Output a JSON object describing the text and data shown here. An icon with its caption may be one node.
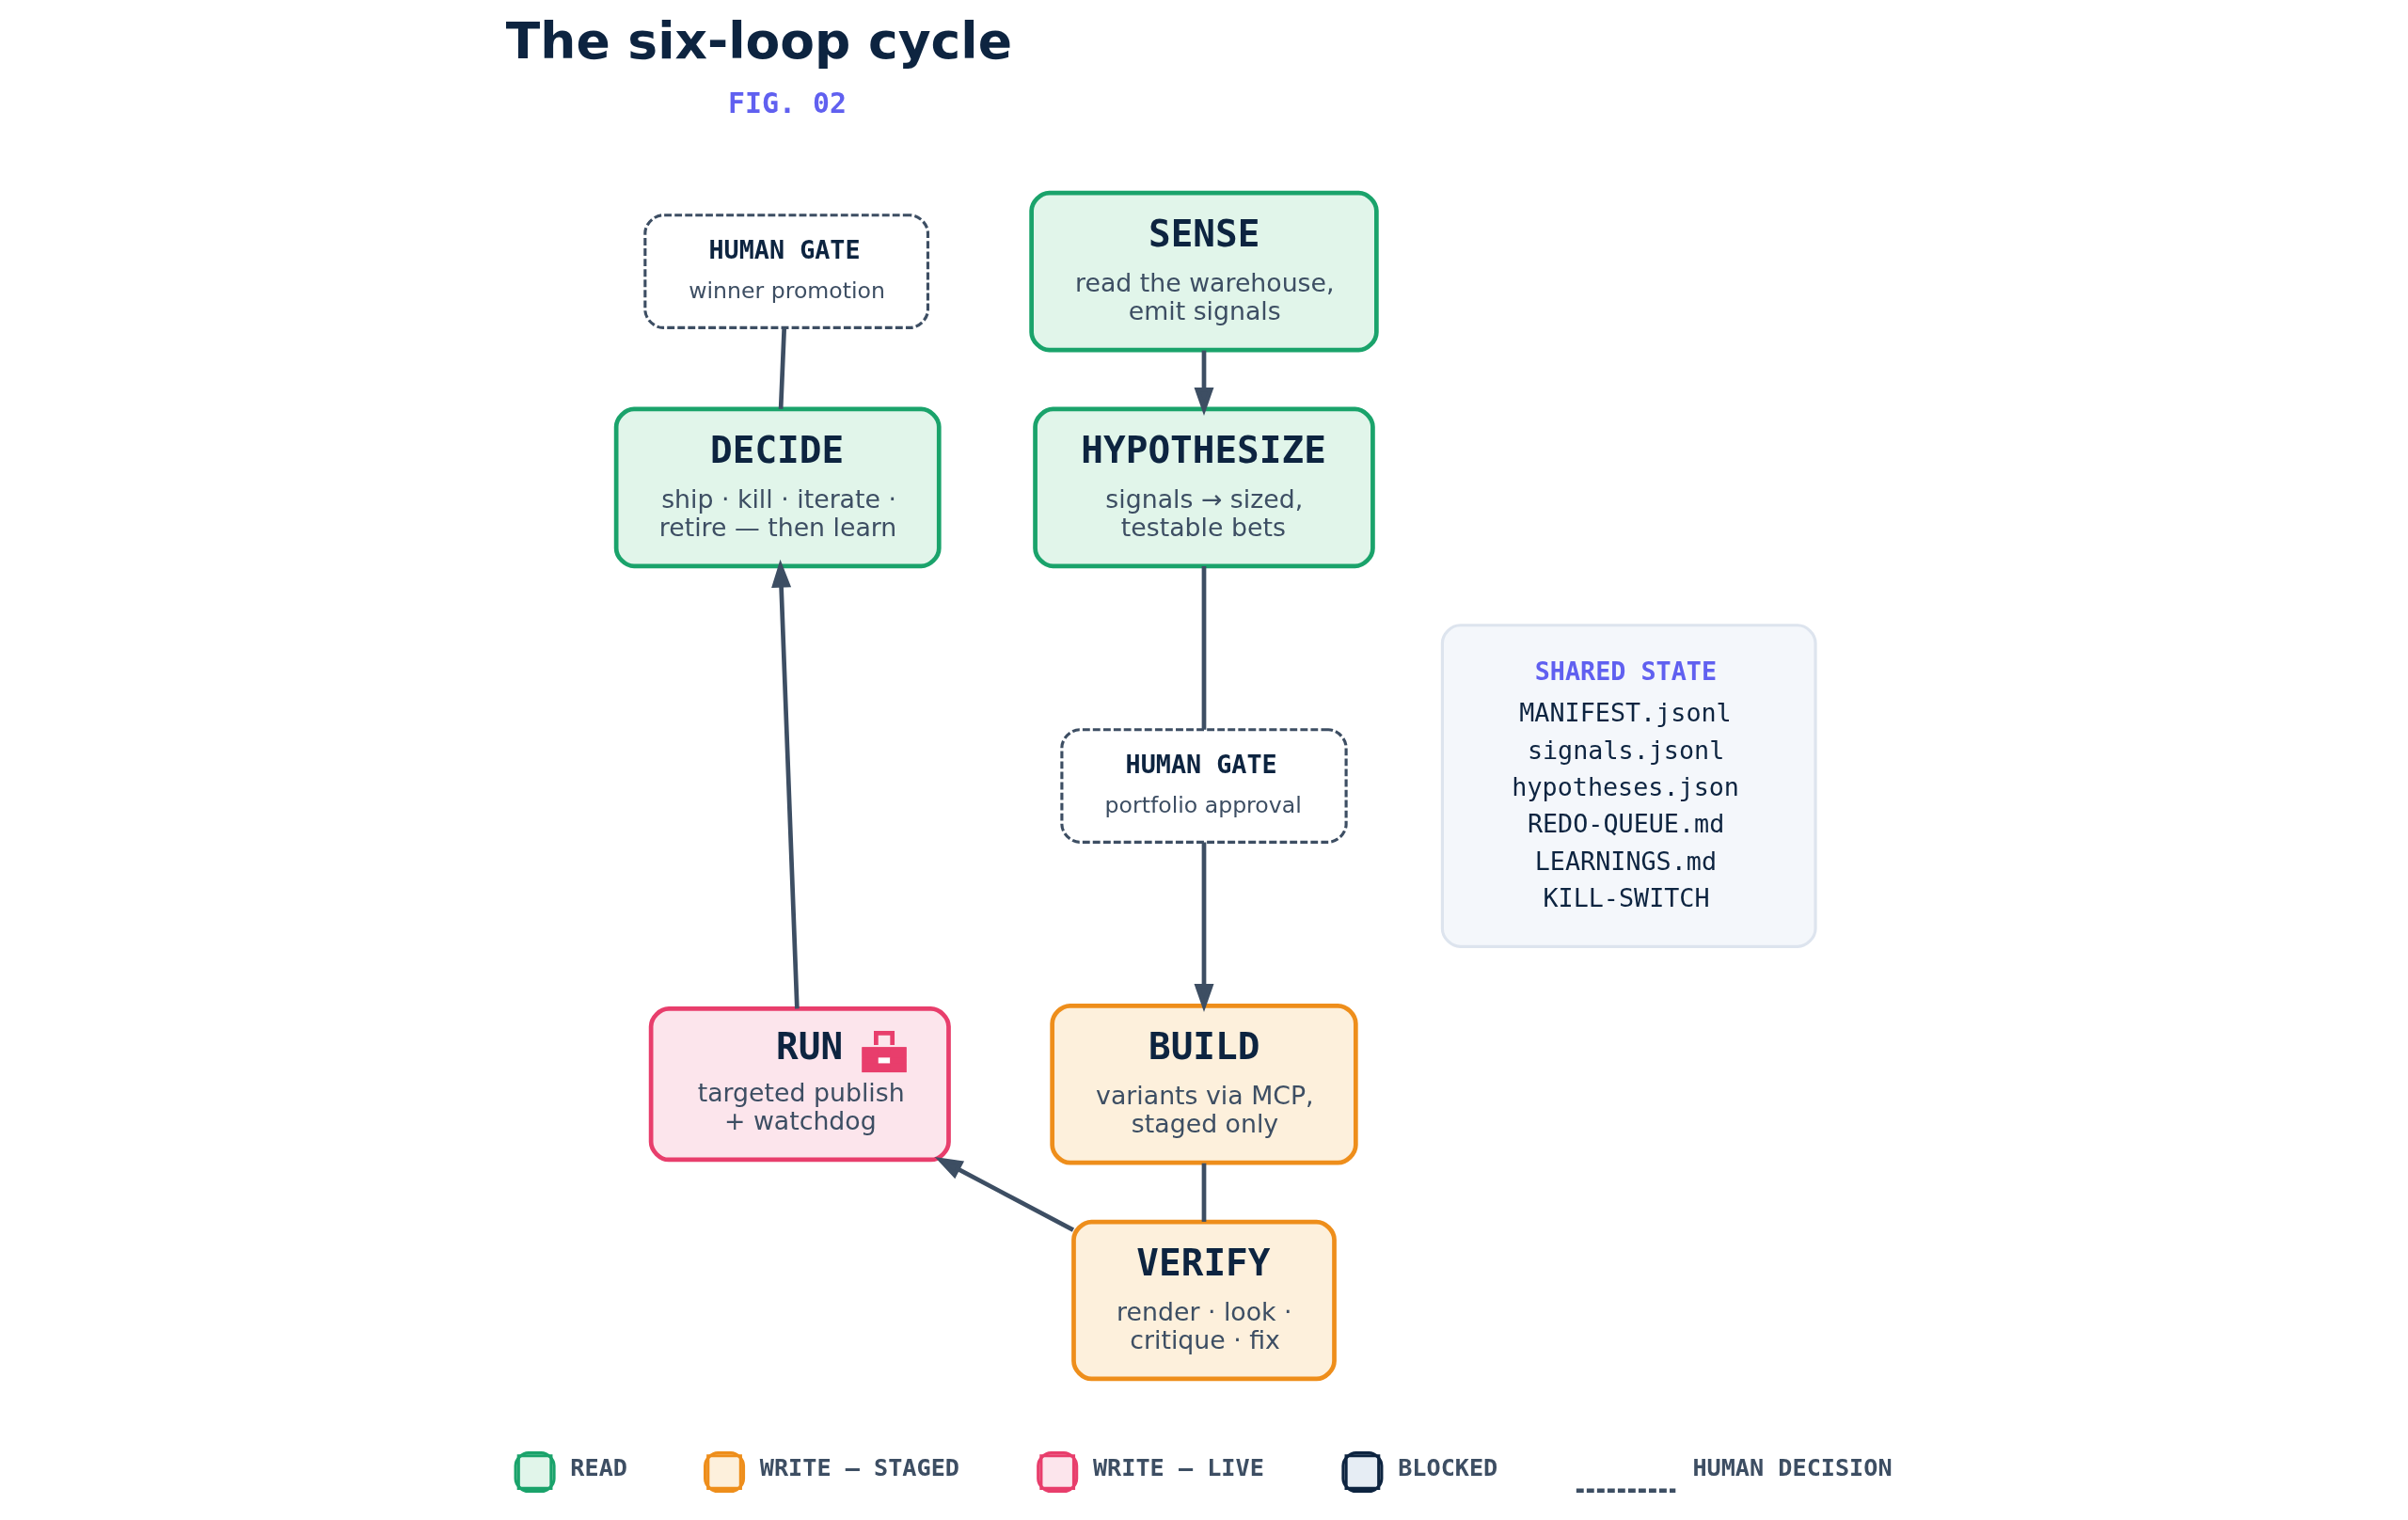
{
  "diagram": {
    "title": "The six-loop cycle",
    "nodes": [
      {
        "text": [
          "SENSE",
          "read the warehouse, emit signals"
        ]
      },
      {
        "text": [
          "HUMAN GATE",
          "winner promotion"
        ]
      },
      {
        "text": [
          "DECIDE",
          "ship · kill · iterate · retire — then learn"
        ]
      },
      {
        "text": [
          "HYPOTHESIZE",
          "signals → sized, testable bets"
        ]
      },
      {
        "text": [
          "SHARED STATE",
          "MANIFEST.jsonl",
          "signals.jsonl",
          "hypotheses.json",
          "REDO-QUEUE.md",
          "LEARNINGS.md",
          "KILL-SWITCH"
        ]
      },
      {
        "text": [
          "HUMAN GATE",
          "portfolio approval"
        ]
      },
      {
        "text": [
          "RUN",
          "targeted publish + watchdog"
        ]
      },
      {
        "text": [
          "BUILD",
          "variants via MCP, staged only"
        ]
      },
      {
        "text": [
          "VERIFY",
          "render · look · critique · fix"
        ]
      }
    ],
    "edges": [
      {
        "from": 0,
        "to": 3,
        "arrow": "to"
      },
      {
        "from": 3,
        "to": 5,
        "arrow": "none"
      },
      {
        "from": 5,
        "to": 7,
        "arrow": "to"
      },
      {
        "from": 7,
        "to": 8,
        "arrow": "none"
      },
      {
        "from": 8,
        "to": 6,
        "arrow": "to"
      },
      {
        "from": 6,
        "to": 2,
        "arrow": "to"
      },
      {
        "from": 2,
        "to": 1,
        "arrow": "none"
      }
    ],
    "labels": [
      "FIG. 02"
    ],
    "legend": [
      {
        "text": "READ",
        "color": "#e1f5ea"
      },
      {
        "text": "WRITE — STAGED",
        "color": "#fdf0dc"
      },
      {
        "text": "WRITE — LIVE",
        "color": "#fce5ec"
      },
      {
        "text": "BLOCKED",
        "color": "#e6edf4"
      },
      {
        "text": "HUMAN DECISION"
      }
    ]
  }
}
